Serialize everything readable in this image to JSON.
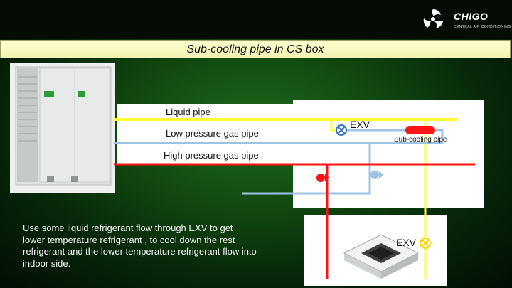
{
  "header": {
    "brand_name": "CHIGO",
    "brand_subtitle": "CENTRAL AIR CONDITIONING"
  },
  "title": "Sub-cooling  pipe in CS box",
  "pipes": {
    "liquid": "Liquid pipe",
    "low_pressure_gas": "Low pressure gas pipe",
    "high_pressure_gas": "High pressure gas pipe"
  },
  "labels": {
    "exv_upper": "EXV",
    "sub_cooling_pipe": "Sub-cooling pipe",
    "exv_lower": "EXV"
  },
  "description": "Use some liquid refrigerant flow through EXV to get lower temperature refrigerant , to cool down the rest refrigerant and the lower temperature refrigerant flow into indoor side.",
  "colors": {
    "liquid_pipe": "#ffff33",
    "low_pressure_pipe": "#9cc3e6",
    "high_pressure_pipe": "#ff1111",
    "title_bg": "#fbfbc6",
    "background": "#0e3f10"
  },
  "icons": [
    "chigo-logo-icon",
    "outdoor-unit-image",
    "cassette-indoor-unit-image",
    "valve-icon",
    "check-valve-icon"
  ]
}
